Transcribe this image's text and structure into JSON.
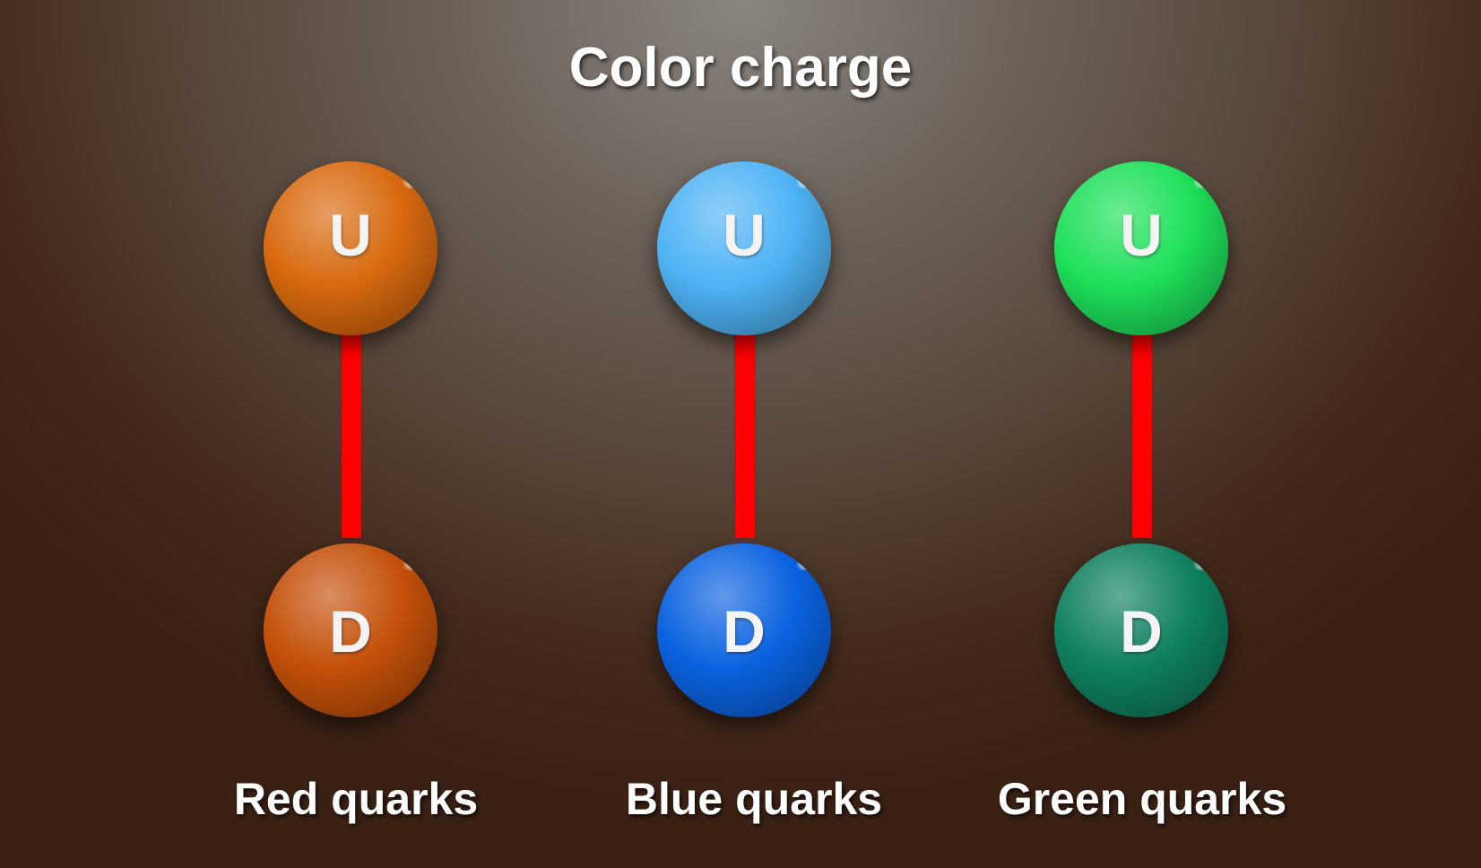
{
  "title": "Color charge",
  "groups": [
    {
      "label": "Red quarks",
      "up": {
        "letter": "U",
        "color": "#d8690f"
      },
      "down": {
        "letter": "D",
        "color": "#c4500a"
      },
      "bond_color": "#ff0000"
    },
    {
      "label": "Blue quarks",
      "up": {
        "letter": "U",
        "color": "#4fb3f5"
      },
      "down": {
        "letter": "D",
        "color": "#0a62e0"
      },
      "bond_color": "#ff0000"
    },
    {
      "label": "Green quarks",
      "up": {
        "letter": "U",
        "color": "#1ee05a"
      },
      "down": {
        "letter": "D",
        "color": "#0f8060"
      },
      "bond_color": "#ff0000"
    }
  ]
}
